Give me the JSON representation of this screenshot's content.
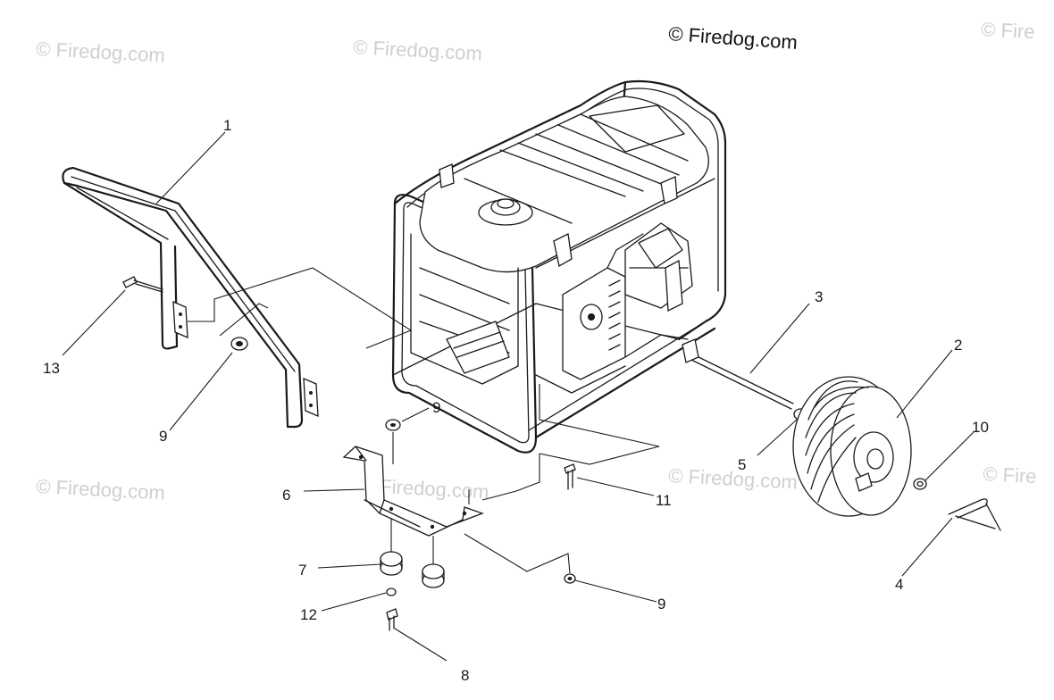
{
  "copyright": "© Firedog.com",
  "watermark": "© Firedog.com",
  "watermark_partial": "© Fire",
  "watermark_mid": "Firedog.com",
  "callouts": {
    "c1": "1",
    "c2": "2",
    "c3": "3",
    "c4": "4",
    "c5": "5",
    "c6": "6",
    "c7": "7",
    "c8": "8",
    "c9a": "9",
    "c9b": "9",
    "c9c": "9",
    "c10": "10",
    "c11": "11",
    "c12": "12",
    "c13": "13"
  }
}
